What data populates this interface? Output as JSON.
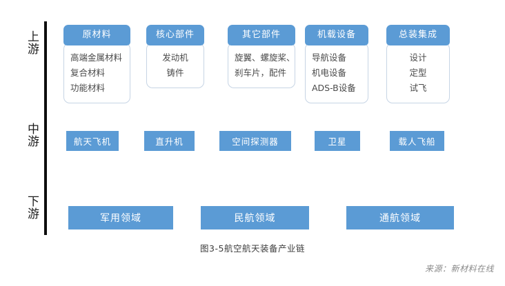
{
  "tiers": [
    {
      "id": "upstream",
      "label": "上游"
    },
    {
      "id": "midstream",
      "label": "中游"
    },
    {
      "id": "downstream",
      "label": "下游"
    }
  ],
  "upstream": {
    "cards": [
      {
        "title": "原材料",
        "align": "left",
        "items": [
          "高端金属材料",
          "复合材料",
          "功能材料"
        ]
      },
      {
        "title": "核心部件",
        "align": "center",
        "items": [
          "发动机",
          "铸件"
        ]
      },
      {
        "title": "其它部件",
        "align": "left",
        "items": [
          "旋翼、螺旋桨、",
          "刹车片，配件"
        ]
      },
      {
        "title": "机载设备",
        "align": "left",
        "items": [
          "导航设备",
          "机电设备",
          "ADS-B设备"
        ]
      },
      {
        "title": "总装集成",
        "align": "center",
        "items": [
          "设计",
          "定型",
          "试飞"
        ]
      }
    ]
  },
  "midstream": {
    "boxes": [
      {
        "label": "航天飞机"
      },
      {
        "label": "直升机"
      },
      {
        "label": "空间探测器"
      },
      {
        "label": "卫星"
      },
      {
        "label": "载人飞船"
      }
    ]
  },
  "downstream": {
    "boxes": [
      {
        "label": "军用领域"
      },
      {
        "label": "民航领域"
      },
      {
        "label": "通航领域"
      }
    ]
  },
  "caption": "图3-5航空航天装备产业链",
  "source": "来源：新材料在线",
  "colors": {
    "accent_blue": "#5B9BD5",
    "card_border": "#c6d4e4",
    "axis_line": "#0d0d0d",
    "background": "#ffffff",
    "caption_text": "#3d3d3d",
    "source_text": "#8a8a8a"
  }
}
